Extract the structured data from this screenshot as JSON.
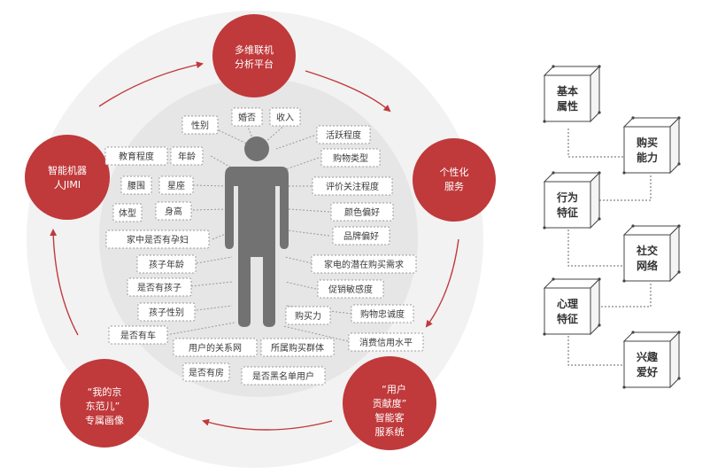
{
  "nodes": {
    "top": [
      "多维联机",
      "分析平台"
    ],
    "right": [
      "个性化",
      "服务"
    ],
    "bottom_right": [
      "“用户",
      "贡献度”",
      "智能客",
      "服系统"
    ],
    "bottom_left": [
      "“我的京",
      "东范儿”",
      "专属画像"
    ],
    "left": [
      "智能机器",
      "人JIMI"
    ]
  },
  "tags": {
    "gender": "性别",
    "marriage": "婚否",
    "income": "收入",
    "activity": "活跃程度",
    "education": "教育程度",
    "age": "年龄",
    "shopping_type": "购物类型",
    "waist": "腰围",
    "constellation": "星座",
    "review": "评价关注程度",
    "body": "体型",
    "height": "身高",
    "color": "颜色偏好",
    "pregnant": "家中是否有孕妇",
    "brand": "品牌偏好",
    "child_age": "孩子年龄",
    "appliance": "家电的潜在购买需求",
    "has_child": "是否有孩子",
    "promo": "促销敏感度",
    "child_gender": "孩子性别",
    "purchase_power": "购买力",
    "loyalty": "购物忠诚度",
    "has_car": "是否有车",
    "relations": "用户的关系网",
    "group": "所属购买群体",
    "credit": "消费信用水平",
    "has_house": "是否有房",
    "blacklist": "是否黑名单用户"
  },
  "cubes": [
    [
      "基本",
      "属性"
    ],
    [
      "购买",
      "能力"
    ],
    [
      "行为",
      "特征"
    ],
    [
      "社交",
      "网络"
    ],
    [
      "心理",
      "特征"
    ],
    [
      "兴趣",
      "爱好"
    ]
  ],
  "colors": {
    "accent": "#c0393b",
    "figure": "#727272",
    "ring": "#f1f1f1",
    "inner": "#e4e4e4"
  }
}
